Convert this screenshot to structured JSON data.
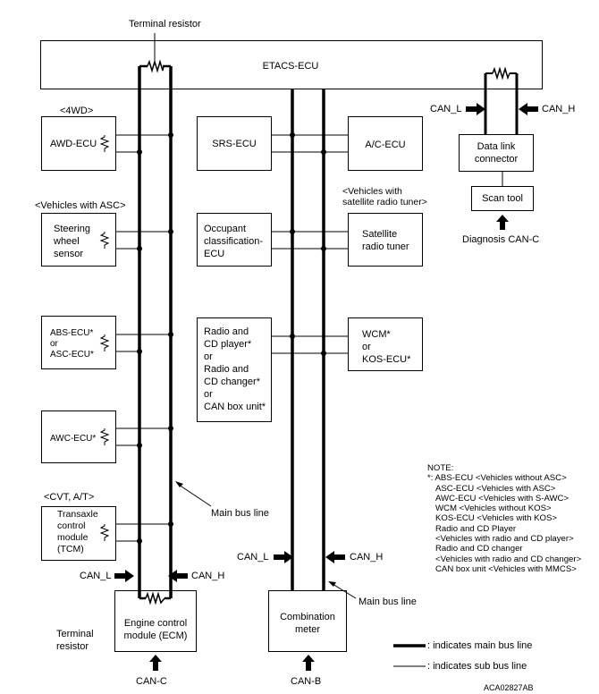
{
  "labels": {
    "terminal_resistor_top": "Terminal resistor",
    "etacs": "ETACS-ECU",
    "awd_group": "<4WD>",
    "awd_ecu": "AWD-ECU",
    "srs_ecu": "SRS-ECU",
    "ac_ecu": "A/C-ECU",
    "asc_group": "<Vehicles with ASC>",
    "steering": [
      "Steering",
      "wheel",
      "sensor"
    ],
    "occupant": [
      "Occupant",
      "classification-",
      "ECU"
    ],
    "sat_group": [
      "<Vehicles with",
      "satellite radio tuner>"
    ],
    "satellite": [
      "Satellite",
      "radio tuner"
    ],
    "abs_asc": [
      "ABS-ECU*",
      "or",
      "ASC-ECU*"
    ],
    "radio": [
      "Radio and",
      "CD player*",
      "or",
      "Radio and",
      "CD changer*",
      "or",
      "CAN box unit*"
    ],
    "wcm": [
      "WCM*",
      "or",
      "KOS-ECU*"
    ],
    "awc_ecu": "AWC-ECU*",
    "cvt_group": "<CVT, A/T>",
    "tcm": [
      "Transaxle",
      "control",
      "module",
      "(TCM)"
    ],
    "main_bus_line_1": "Main bus line",
    "main_bus_line_2": "Main bus line",
    "can_l_left": "CAN_L",
    "can_h_left": "CAN_H",
    "can_l_mid": "CAN_L",
    "can_h_mid": "CAN_H",
    "can_l_right": "CAN_L",
    "can_h_right": "CAN_H",
    "terminal_resistor_bottom": [
      "Terminal",
      "resistor"
    ],
    "ecm": [
      "Engine control",
      "module (ECM)"
    ],
    "combination": [
      "Combination",
      "meter"
    ],
    "can_c": "CAN-C",
    "can_b": "CAN-B",
    "data_link": [
      "Data link",
      "connector"
    ],
    "scan_tool": "Scan tool",
    "diagnosis": "Diagnosis CAN-C",
    "legend_main": ": indicates  main bus line",
    "legend_sub": ": indicates  sub bus line",
    "figure_code": "ACA02827AB"
  },
  "note": [
    "NOTE:",
    "*: ABS-ECU <Vehicles without ASC>",
    "ASC-ECU <Vehicles with ASC>",
    "AWC-ECU <Vehicles with S-AWC>",
    "WCM <Vehicles without KOS>",
    "KOS-ECU <Vehicles with KOS>",
    "Radio and CD Player",
    "<Vehicles with radio and CD player>",
    "Radio and CD changer",
    "<Vehicles with radio and CD changer>",
    "CAN box unit <Vehicles with MMCS>"
  ]
}
